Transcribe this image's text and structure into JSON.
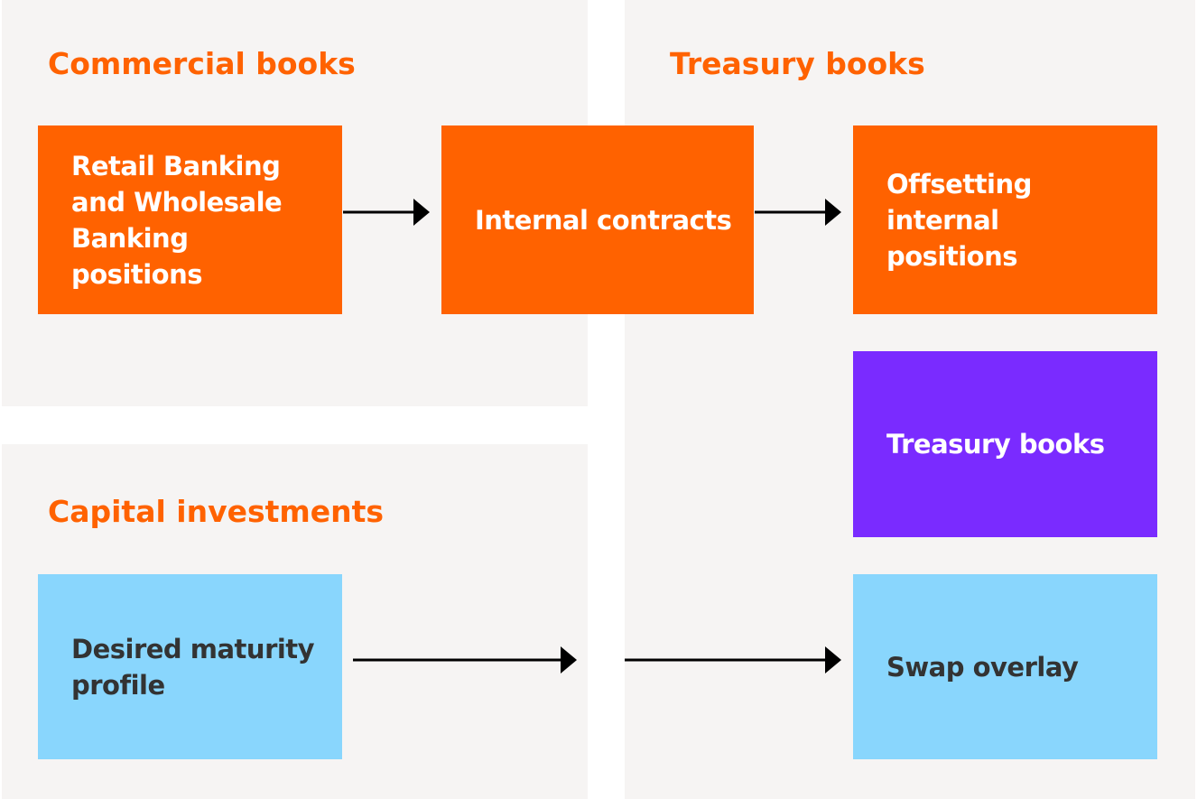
{
  "sections": {
    "commercial": "Commercial books",
    "treasury": "Treasury books",
    "capital": "Capital investments"
  },
  "boxes": {
    "retail": "Retail Banking and Wholesale Banking positions",
    "internal": "Internal contracts",
    "offsetting": "Offsetting internal positions",
    "treasury": "Treasury books",
    "desired": "Desired maturity profile",
    "swap": "Swap overlay"
  },
  "colors": {
    "brand_orange": "#ff6200",
    "purple": "#7a2bff",
    "light_blue": "#89d6fd",
    "panel_bg": "#f6f4f3",
    "arrow": "#000000"
  },
  "edges": [
    {
      "from": "retail",
      "to": "internal"
    },
    {
      "from": "internal",
      "to": "offsetting"
    },
    {
      "from": "desired",
      "to": "swap"
    }
  ]
}
